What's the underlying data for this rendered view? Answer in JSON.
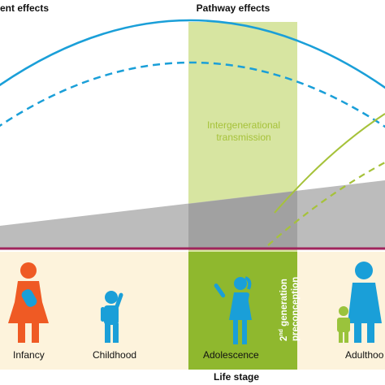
{
  "headings": {
    "left": "ent effects",
    "center": "Pathway effects"
  },
  "band_label": {
    "line1": "Intergenerational",
    "line2": "transmission"
  },
  "vertical_label": {
    "line1": "2nd generation",
    "line2": "preconception",
    "superscript": "nd"
  },
  "stages": {
    "infancy": "Infancy",
    "childhood": "Childhood",
    "adolescence": "Adolescence",
    "adulthood": "Adulthoo"
  },
  "x_axis": "Life stage",
  "colors": {
    "curve_blue": "#1a9fd8",
    "band_green": "#c9dc86",
    "band_panel": "#8fb82e",
    "stage_panel": "#fdf3dc",
    "axis_line": "#a0245c",
    "wedge": "#bcbcbc",
    "person_orange": "#ef5a24",
    "person_blue": "#1a9fd8",
    "person_green": "#9ac33c",
    "lime": "#a6c23a"
  }
}
